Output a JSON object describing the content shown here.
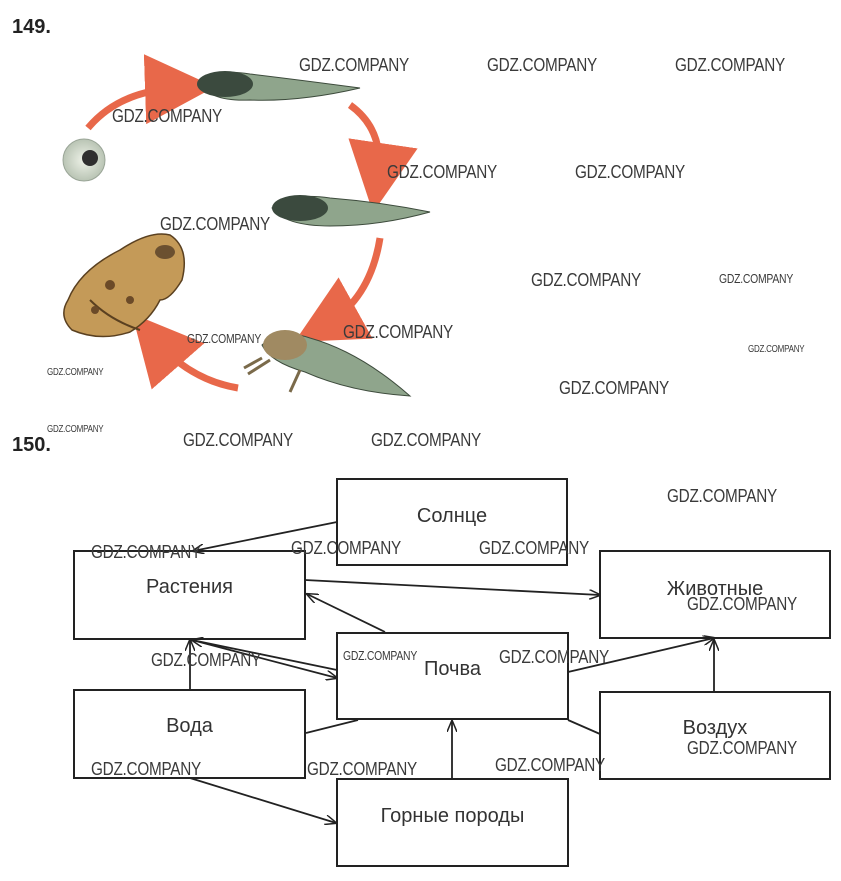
{
  "task_149": {
    "number": "149."
  },
  "task_150": {
    "number": "150.",
    "nodes": {
      "sun": "Солнце",
      "plants": "Растения",
      "animals": "Животные",
      "soil": "Почва",
      "water": "Вода",
      "air": "Воздух",
      "rocks": "Горные породы"
    }
  },
  "watermark": "GDZ.COMPANY",
  "colors": {
    "cycle_arrow": "#e8684a",
    "line": "#222222"
  }
}
